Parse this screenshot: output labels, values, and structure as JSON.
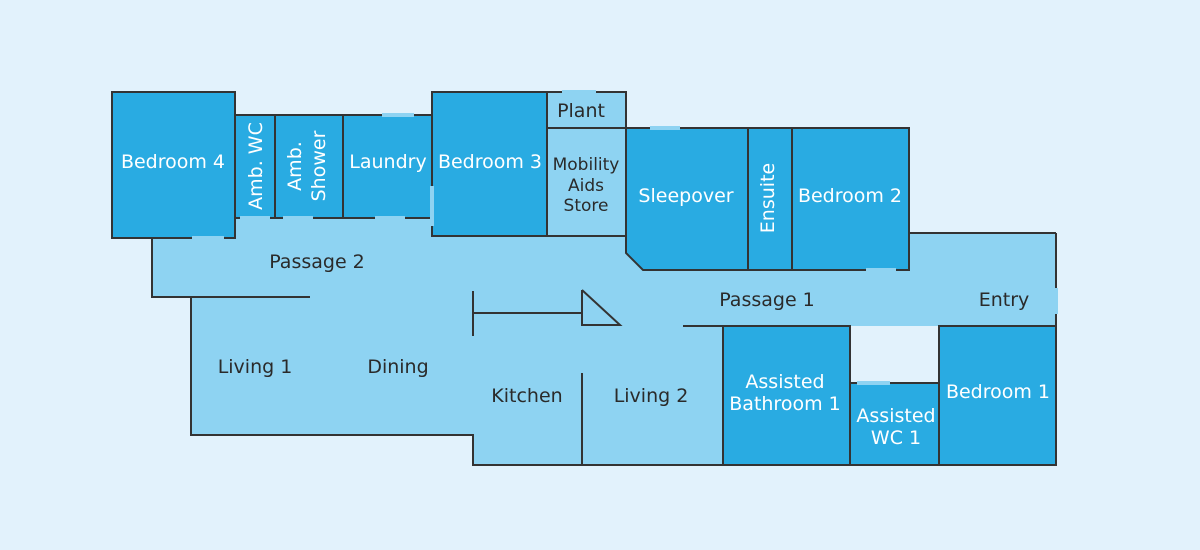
{
  "colors": {
    "background": "#e2f2fc",
    "common_area": "#8ed3f2",
    "room": "#29abe2",
    "wall": "#333333",
    "door_gap": "#8ed3f2"
  },
  "rooms": {
    "bedroom4": "Bedroom 4",
    "amb_wc": "Amb. WC",
    "amb_shower_1": "Amb.",
    "amb_shower_2": "Shower",
    "laundry": "Laundry",
    "bedroom3": "Bedroom 3",
    "plant": "Plant",
    "mobility_1": "Mobility",
    "mobility_2": "Aids",
    "mobility_3": "Store",
    "sleepover": "Sleepover",
    "ensuite": "Ensuite",
    "bedroom2": "Bedroom 2",
    "passage2": "Passage 2",
    "passage1": "Passage 1",
    "entry": "Entry",
    "living1": "Living 1",
    "dining": "Dining",
    "kitchen": "Kitchen",
    "living2": "Living 2",
    "assisted_bathroom_1": "Assisted",
    "assisted_bathroom_2": "Bathroom 1",
    "assisted_wc_1": "Assisted",
    "assisted_wc_2": "WC 1",
    "bedroom1": "Bedroom 1"
  }
}
